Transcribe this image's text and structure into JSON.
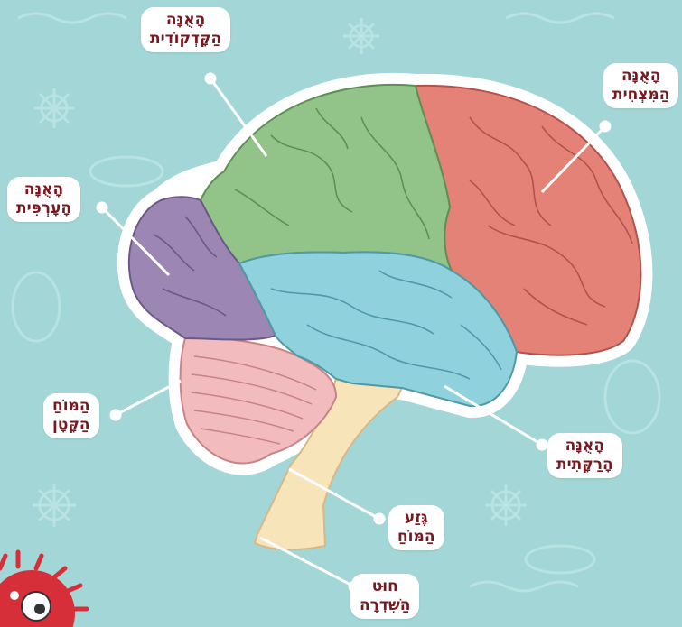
{
  "colors": {
    "background": "#a3d6d6",
    "frontal_lobe": "#e58278",
    "parietal_lobe": "#92c48a",
    "occipital_lobe": "#9b86b4",
    "temporal_lobe": "#8fd1dc",
    "cerebellum": "#f2bcbe",
    "brainstem": "#f7e4b8",
    "label_text": "#7a1820",
    "label_bg": "#ffffff"
  },
  "labels": {
    "parietal": {
      "line1": "הָאֻנָּה",
      "line2": "הַקָּדְקוֹדִית"
    },
    "frontal": {
      "line1": "הָאֻנָּה",
      "line2": "הַמִּצְחִית"
    },
    "occipital": {
      "line1": "הָאֻנָּה",
      "line2": "הָעָרְפִּית"
    },
    "cerebellum": {
      "line1": "הַמּוֹחַ",
      "line2": "הַקָּטָן"
    },
    "temporal": {
      "line1": "הָאֻנָּה",
      "line2": "הָרַקָּתִית"
    },
    "brainstem": {
      "line1": "גֶּזַע",
      "line2": "הַמּוֹחַ"
    },
    "spinal_cord": {
      "line1": "חוּט",
      "line2": "הַשִּׁדְרָה"
    }
  }
}
